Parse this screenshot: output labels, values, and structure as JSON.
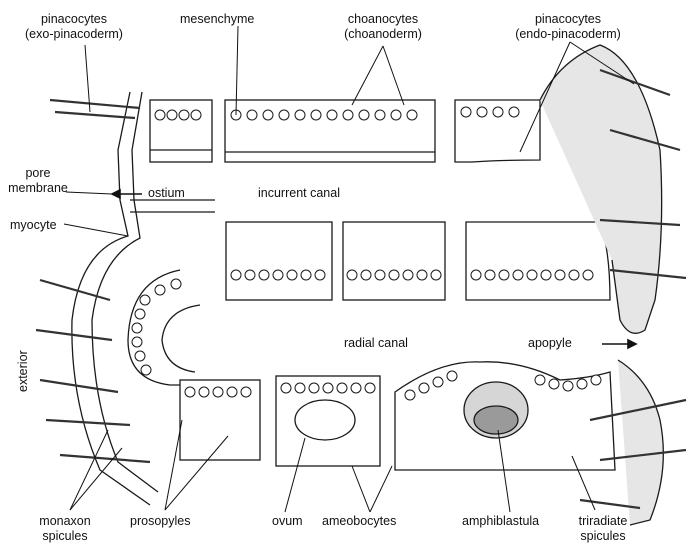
{
  "labels": {
    "pinacocytes_exo_1": "pinacocytes",
    "pinacocytes_exo_2": "(exo-pinacoderm)",
    "mesenchyme": "mesenchyme",
    "choanocytes_1": "choanocytes",
    "choanocytes_2": "(choanoderm)",
    "pinacocytes_endo_1": "pinacocytes",
    "pinacocytes_endo_2": "(endo-pinacoderm)",
    "pore_membrane_1": "pore",
    "pore_membrane_2": "membrane",
    "ostium": "ostium",
    "incurrent_canal": "incurrent  canal",
    "myocyte": "myocyte",
    "exterior": "exterior",
    "radial_canal": "radial canal",
    "apopyle": "apopyle",
    "monaxon_1": "monaxon",
    "monaxon_2": "spicules",
    "prosopyles": "prosopyles",
    "ovum": "ovum",
    "ameobocytes": "ameobocytes",
    "amphiblastula": "amphiblastula",
    "triradiate_1": "triradiate",
    "triradiate_2": "spicules"
  },
  "colors": {
    "ink": "#1a1a1a",
    "tissue": "#ffffff",
    "shade": "#8a8a8a",
    "light_shade": "#c8c8c8"
  }
}
